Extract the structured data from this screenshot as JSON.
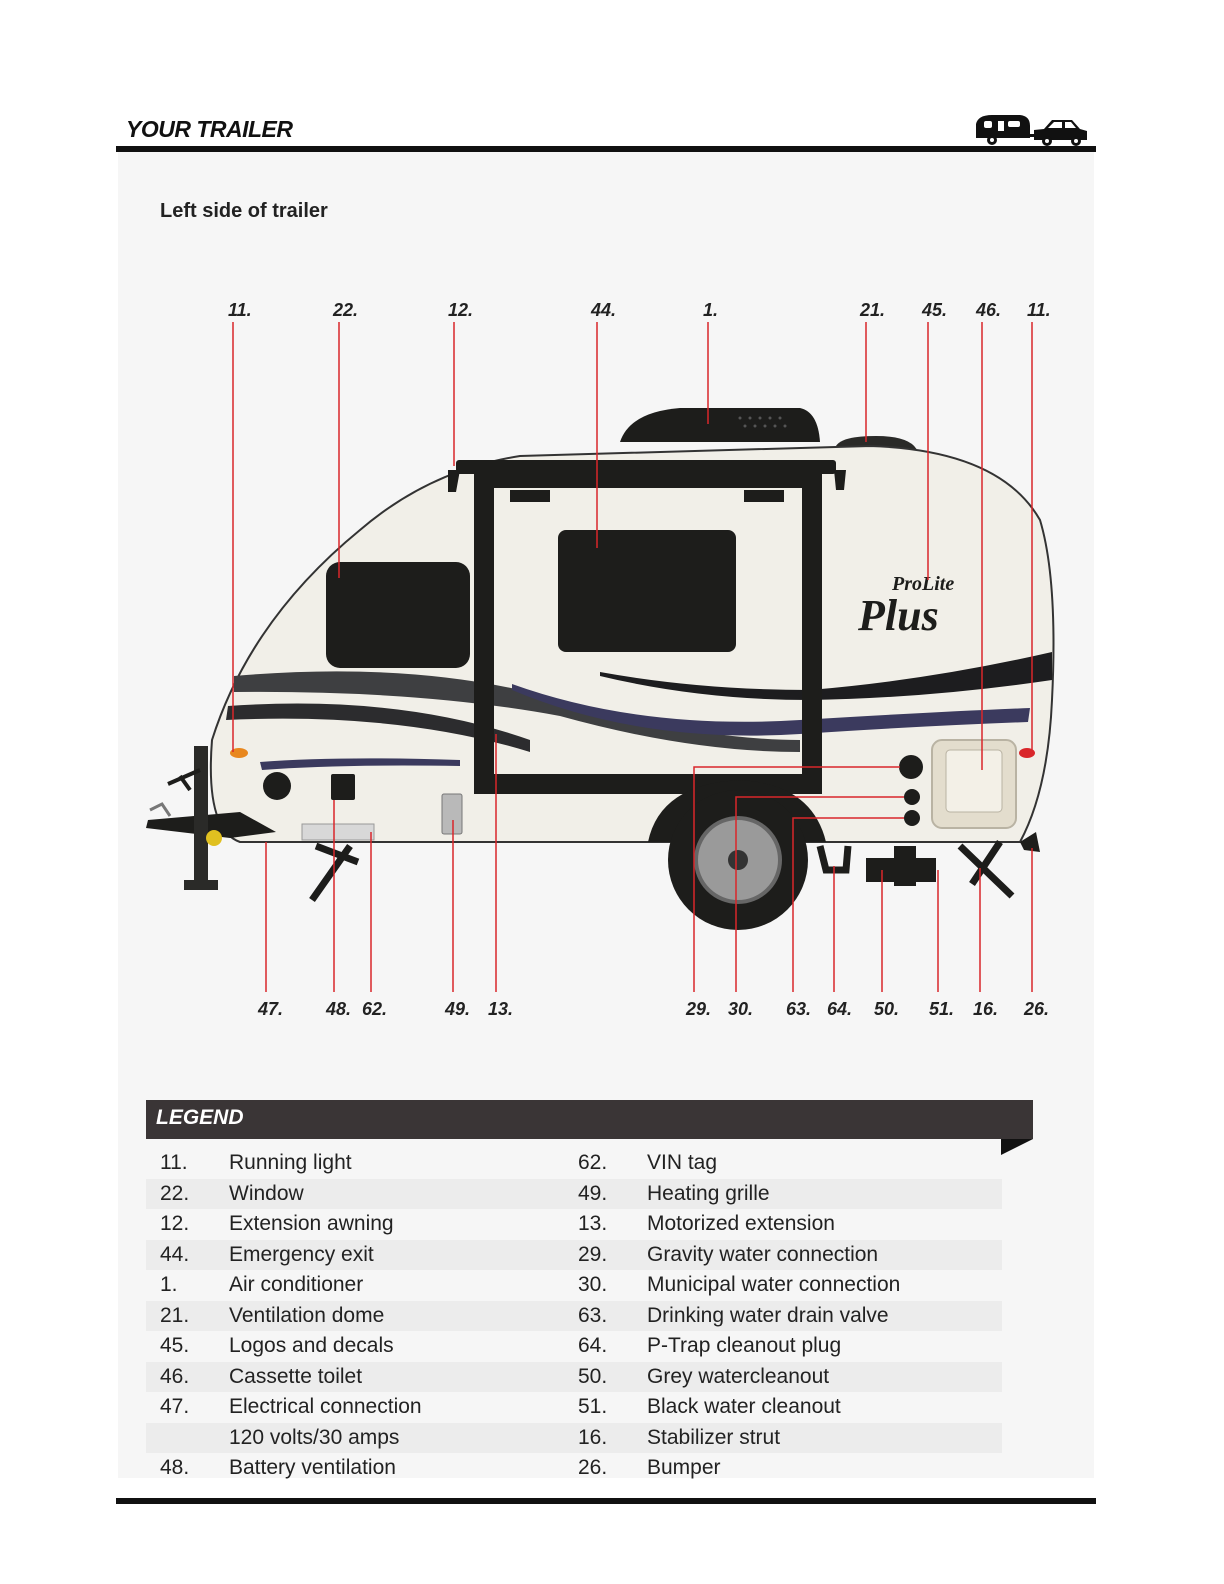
{
  "header": {
    "title": "YOUR TRAILER",
    "icon": "trailer-and-car-icon"
  },
  "section": {
    "title": "Left side of trailer"
  },
  "callouts": {
    "top": [
      "11.",
      "22.",
      "12.",
      "44.",
      "1.",
      "21.",
      "45.",
      "46.",
      "11."
    ],
    "bottom": [
      "47.",
      "48.",
      "62.",
      "49.",
      "13.",
      "29.",
      "30.",
      "63.",
      "64.",
      "50.",
      "51.",
      "16.",
      "26."
    ]
  },
  "decal": {
    "brand": "ProLite",
    "model": "Plus"
  },
  "colors": {
    "leader_line": "#d9262a",
    "legend_bar": "#3a3536",
    "running_light": "#e8871e"
  },
  "legend": {
    "title": "LEGEND",
    "rows": [
      {
        "num1": "11.",
        "label1": "Running light",
        "num2": "62.",
        "label2": "VIN tag"
      },
      {
        "num1": "22.",
        "label1": "Window",
        "num2": "49.",
        "label2": "Heating grille"
      },
      {
        "num1": "12.",
        "label1": "Extension awning",
        "num2": "13.",
        "label2": "Motorized extension"
      },
      {
        "num1": "44.",
        "label1": "Emergency exit",
        "num2": "29.",
        "label2": "Gravity water connection"
      },
      {
        "num1": "1.",
        "label1": "Air conditioner",
        "num2": "30.",
        "label2": "Municipal water connection"
      },
      {
        "num1": "21.",
        "label1": "Ventilation dome",
        "num2": "63.",
        "label2": "Drinking water drain valve"
      },
      {
        "num1": "45.",
        "label1": "Logos and decals",
        "num2": "64.",
        "label2": "P-Trap cleanout plug"
      },
      {
        "num1": "46.",
        "label1": "Cassette toilet",
        "num2": "50.",
        "label2": "Grey watercleanout"
      },
      {
        "num1": "47.",
        "label1": "Electrical connection",
        "num2": "51.",
        "label2": "Black water cleanout"
      },
      {
        "num1": "",
        "label1": "120 volts/30 amps",
        "num2": "16.",
        "label2": "Stabilizer strut"
      },
      {
        "num1": "48.",
        "label1": "Battery ventilation",
        "num2": "26.",
        "label2": "Bumper"
      }
    ]
  }
}
